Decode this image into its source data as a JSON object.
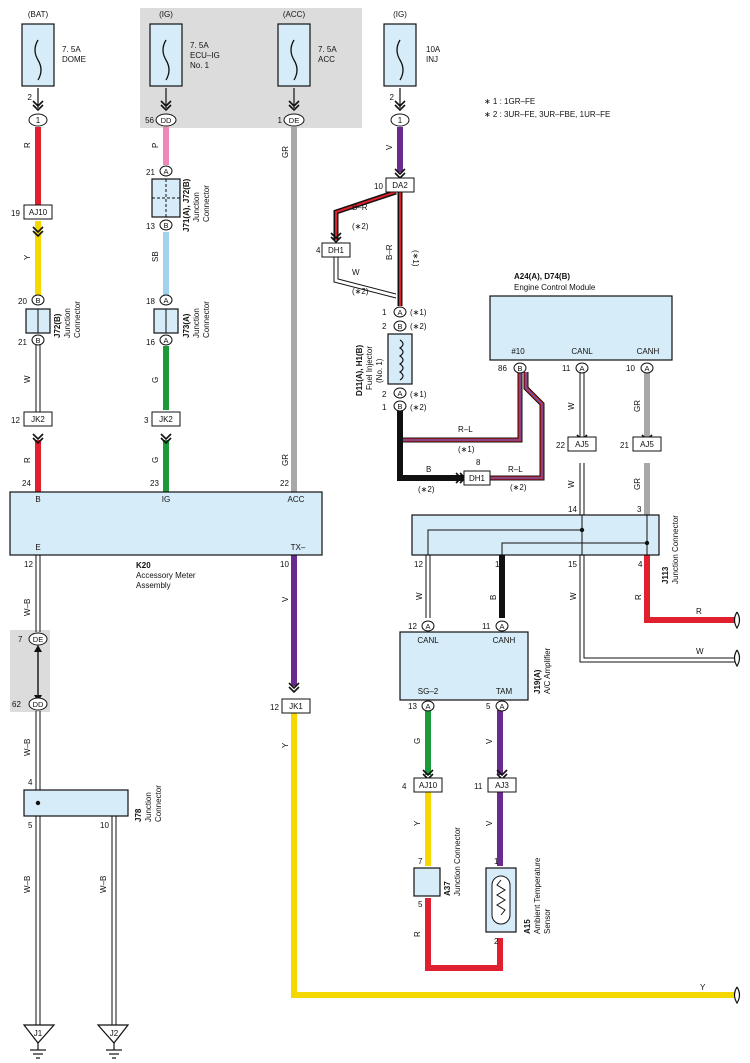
{
  "notes": {
    "n1": "∗ 1 : 1GR–FE",
    "n2": "∗ 2 : 3UR–FE,  3UR–FBE,  1UR–FE"
  },
  "fuses": [
    {
      "source": "(BAT)",
      "rating": "7. 5A",
      "name": "DOME",
      "name2": "",
      "pin": "2",
      "conn": "1"
    },
    {
      "source": "(IG)",
      "rating": "7. 5A",
      "name": "ECU–IG",
      "name2": "No. 1",
      "pin": "56",
      "conn": "DD"
    },
    {
      "source": "(ACC)",
      "rating": "7. 5A",
      "name": "ACC",
      "name2": "",
      "pin": "1",
      "conn": "DE"
    },
    {
      "source": "(IG)",
      "rating": "10A",
      "name": "INJ",
      "name2": "",
      "pin": "2",
      "conn": "1"
    }
  ],
  "wire_colors": {
    "R": "R",
    "Y": "Y",
    "W": "W",
    "P": "P",
    "SB": "SB",
    "G": "G",
    "GR": "GR",
    "V": "V",
    "B": "B",
    "WB": "W–B",
    "BR": "B–R",
    "RL": "R–L"
  },
  "connectors": {
    "AJ10": "AJ10",
    "JK2": "JK2",
    "JK1": "JK1",
    "DA2": "DA2",
    "DH1": "DH1",
    "AJ5": "AJ5",
    "AJ3": "AJ3",
    "DE": "DE",
    "DD": "DD",
    "A": "A",
    "B": "B",
    "J1": "J1",
    "J2": "J2"
  },
  "pins": {
    "p19": "19",
    "p20": "20",
    "p21": "21",
    "p12": "12",
    "p24": "24",
    "p13": "13",
    "p18": "18",
    "p16": "16",
    "p3": "3",
    "p23": "23",
    "p22": "22",
    "p10": "10",
    "p4": "4",
    "p1": "1",
    "p2": "2",
    "p7": "7",
    "p62": "62",
    "p5": "5",
    "p14": "14",
    "p15": "15",
    "p86": "86",
    "p11": "11",
    "p8": "8"
  },
  "tags": {
    "s1": "(∗1)",
    "s2": "(∗2)"
  },
  "components": {
    "J72B": {
      "code": "J72(B)",
      "desc": "Junction",
      "desc2": "Connector"
    },
    "J71": {
      "code": "J71(A), J72(B)",
      "desc": "Junction",
      "desc2": "Connector"
    },
    "J73A": {
      "code": "J73(A)",
      "desc": "Junction",
      "desc2": "Connector"
    },
    "K20": {
      "code": "K20",
      "desc": "Accessory Meter",
      "desc2": "Assembly",
      "pinB": "B",
      "pinIG": "IG",
      "pinACC": "ACC",
      "pinE": "E",
      "pinTX": "TX–"
    },
    "ECM": {
      "code": "A24(A), D74(B)",
      "desc": "Engine Control Module",
      "pin10": "#10",
      "canl": "CANL",
      "canh": "CANH"
    },
    "INJ": {
      "code": "D11(A), H1(B)",
      "desc": "Fuel Injector",
      "desc2": "(No. 1)"
    },
    "J113": {
      "code": "J113",
      "desc": "Junction Connector"
    },
    "J19": {
      "code": "J19(A)",
      "desc": "A/C Amplifier",
      "canl": "CANL",
      "canh": "CANH",
      "sg2": "SG–2",
      "tam": "TAM"
    },
    "J78": {
      "code": "J78",
      "desc": "Junction",
      "desc2": "Connector"
    },
    "A37": {
      "code": "A37",
      "desc": "Junction Connector"
    },
    "A15": {
      "code": "A15",
      "desc": "Ambient Temperature",
      "desc2": "Sensor"
    }
  },
  "colors": {
    "red": "#e0202e",
    "yellow": "#f5d800",
    "pink": "#ee88bb",
    "skyblue": "#9fd3ee",
    "green": "#1c9a3a",
    "gray": "#a8a8a8",
    "violet": "#6b2a8e",
    "black": "#111111",
    "box_fill": "#d6ecf8",
    "shade": "#dcdcdc"
  }
}
